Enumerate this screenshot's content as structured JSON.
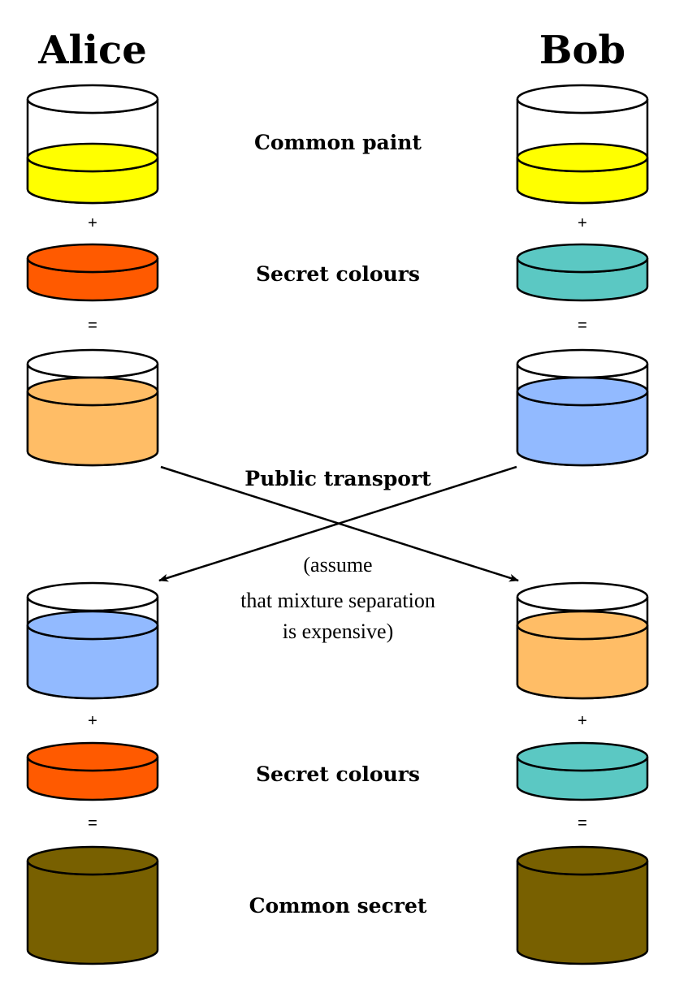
{
  "headings": {
    "alice": "Alice",
    "bob": "Bob"
  },
  "labels": {
    "common_paint": "Common paint",
    "secret_colours_top": "Secret colours",
    "public_transport": "Public transport",
    "note_line1": "(assume",
    "note_line2": "that mixture separation",
    "note_line3": "is expensive)",
    "secret_colours_bottom": "Secret colours",
    "common_secret": "Common secret"
  },
  "operators": {
    "plus": "+",
    "equals": "="
  },
  "colors": {
    "common_paint": "#ffff00",
    "alice_secret": "#ff5a00",
    "bob_secret": "#5bc8c3",
    "alice_mixture": "#ffbd66",
    "bob_mixture": "#92baff",
    "common_secret": "#786000",
    "empty_glass": "#ffffff"
  }
}
